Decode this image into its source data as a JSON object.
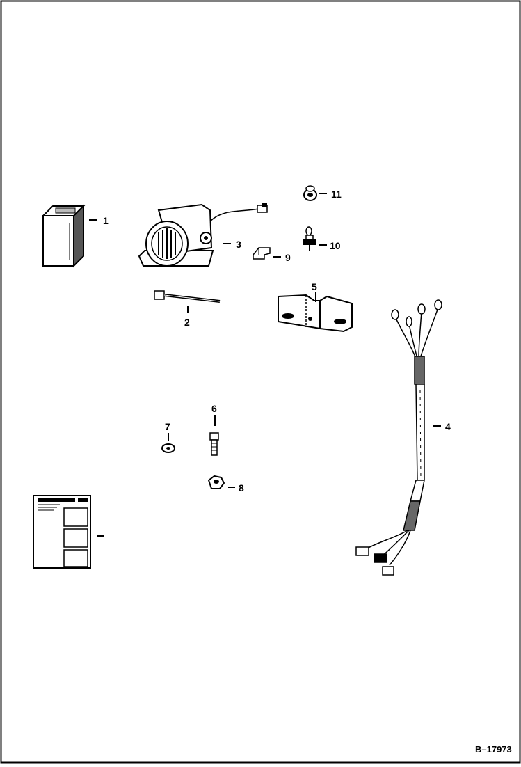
{
  "diagram": {
    "figure_id": "B–17973",
    "callouts": {
      "c1": "1",
      "c2": "2",
      "c3": "3",
      "c4": "4",
      "c5": "5",
      "c6": "6",
      "c7": "7",
      "c8": "8",
      "c9": "9",
      "c10": "10",
      "c11": "11"
    }
  },
  "colors": {
    "ink": "#000000",
    "paper": "#ffffff",
    "shade": "#9a9a9a"
  }
}
